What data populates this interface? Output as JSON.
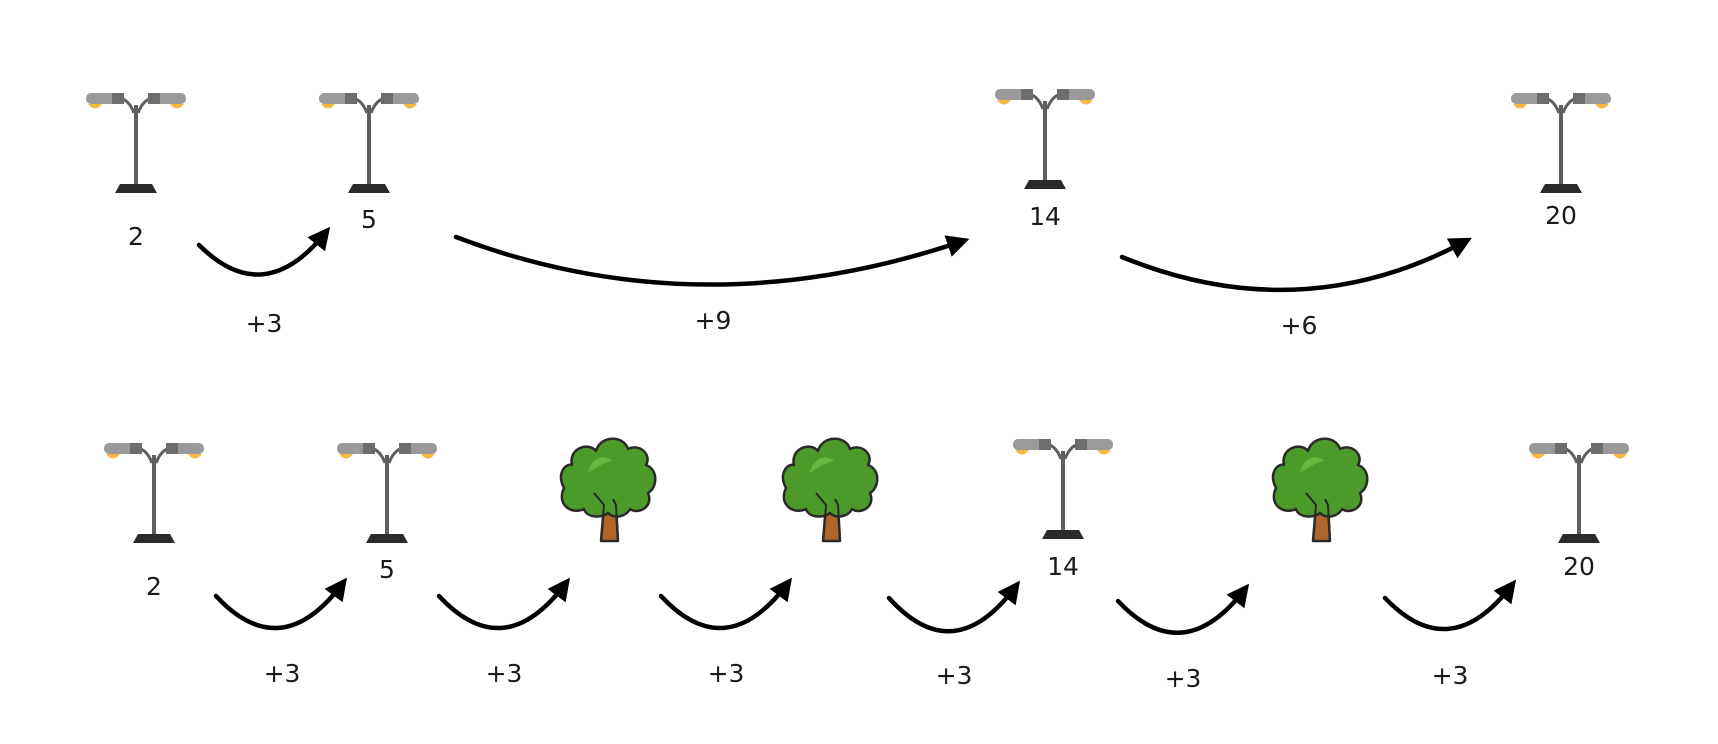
{
  "top_row": {
    "lamps": [
      {
        "icon": "street-lamp-icon",
        "number": "2"
      },
      {
        "icon": "street-lamp-icon",
        "number": "5"
      },
      {
        "icon": "street-lamp-icon",
        "number": "14"
      },
      {
        "icon": "street-lamp-icon",
        "number": "20"
      }
    ],
    "steps": [
      "+3",
      "+9",
      "+6"
    ]
  },
  "bottom_row": {
    "items": [
      {
        "icon": "street-lamp-icon",
        "number": "2"
      },
      {
        "icon": "street-lamp-icon",
        "number": "5"
      },
      {
        "icon": "tree-icon",
        "number": ""
      },
      {
        "icon": "tree-icon",
        "number": ""
      },
      {
        "icon": "street-lamp-icon",
        "number": "14"
      },
      {
        "icon": "tree-icon",
        "number": ""
      },
      {
        "icon": "street-lamp-icon",
        "number": "20"
      }
    ],
    "steps": [
      "+3",
      "+3",
      "+3",
      "+3",
      "+3",
      "+3"
    ]
  },
  "colors": {
    "lamp_pole": "#5f5f5f",
    "lamp_head": "#9a9a9a",
    "lamp_light": "#f5b942",
    "lamp_base": "#2a2a2a",
    "tree_leaves": "#4c9a2a",
    "tree_leaves_light": "#67b63d",
    "tree_trunk": "#b0652a",
    "arrow": "#000000"
  }
}
